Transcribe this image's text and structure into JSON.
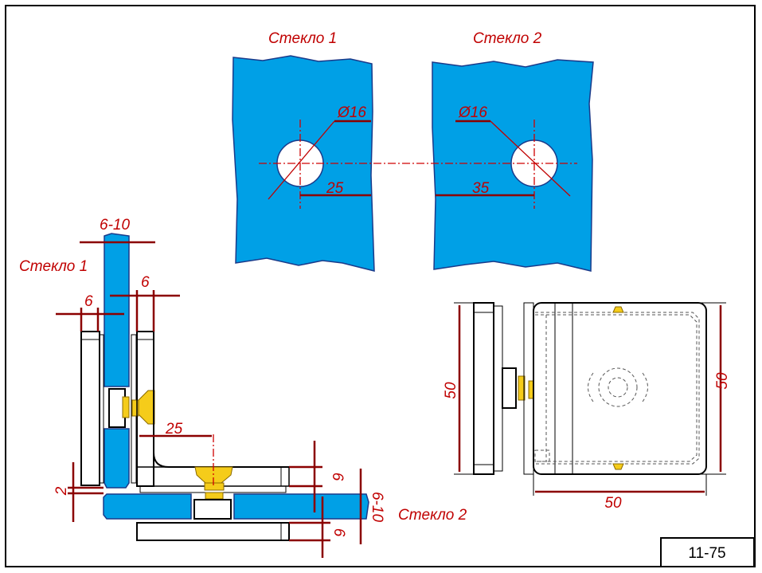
{
  "drawing": {
    "glass1_label": "Стекло 1",
    "glass2_label": "Стекло 2",
    "top_view": {
      "hole1_diameter": "Ø16",
      "hole2_diameter": "Ø16",
      "hole1_offset": "25",
      "hole2_offset": "35"
    },
    "section_view": {
      "glass1_label": "Стекло 1",
      "glass2_label": "Стекло 2",
      "glass1_thickness": "6-10",
      "glass2_thickness": "6-10",
      "plate_left": "6",
      "plate_right": "6",
      "hole_offset": "25",
      "gap": "2",
      "plate_top": "6",
      "plate_bottom": "6"
    },
    "fitting_view": {
      "height_left": "50",
      "height_right": "50",
      "width": "50"
    },
    "sheet_code": "11-75",
    "colors": {
      "glass": "#00a0e6",
      "dimension": "#8b0000",
      "label": "#c00000",
      "fitting": "#f5cc1a"
    }
  }
}
